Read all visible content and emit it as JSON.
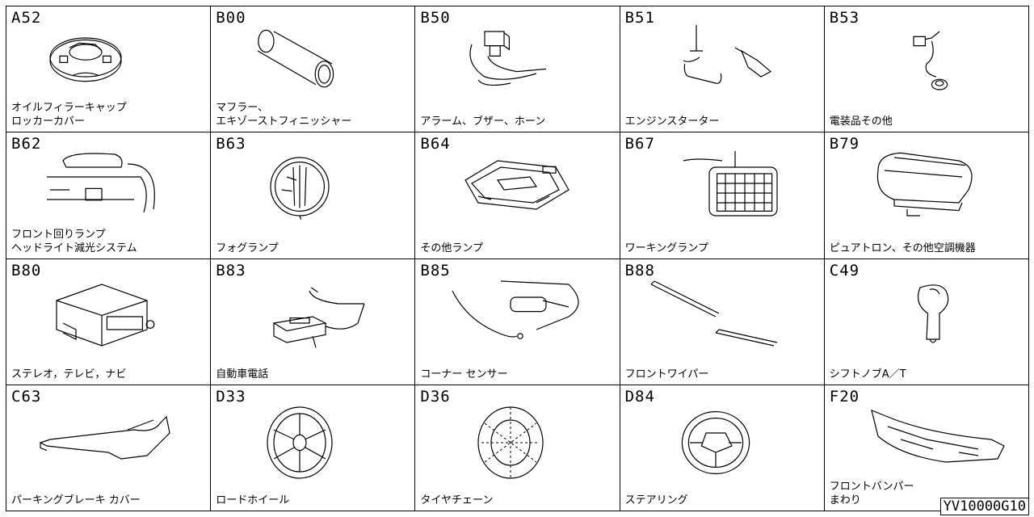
{
  "catalog_code": "YV10000G10",
  "cells": [
    {
      "code": "A52",
      "lines": [
        "オイルフィラーキャップ",
        "ロッカーカバー"
      ],
      "icon": "oil-cap-icon"
    },
    {
      "code": "B00",
      "lines": [
        "マフラー、",
        "エキゾーストフィニッシャー"
      ],
      "icon": "muffler-icon"
    },
    {
      "code": "B50",
      "lines": [
        "アラーム、ブザー、ホーン"
      ],
      "icon": "alarm-buzzer-icon"
    },
    {
      "code": "B51",
      "lines": [
        "エンジンスターター"
      ],
      "icon": "engine-starter-icon"
    },
    {
      "code": "B53",
      "lines": [
        "電装品その他"
      ],
      "icon": "electrical-parts-icon"
    },
    {
      "code": "B62",
      "lines": [
        "フロント回りランプ",
        "ヘッドライト減光システム"
      ],
      "icon": "front-lamp-icon"
    },
    {
      "code": "B63",
      "lines": [
        "フォグランプ"
      ],
      "icon": "fog-lamp-icon"
    },
    {
      "code": "B64",
      "lines": [
        "その他ランプ"
      ],
      "icon": "room-lamp-icon"
    },
    {
      "code": "B67",
      "lines": [
        "ワーキングランプ"
      ],
      "icon": "working-lamp-icon"
    },
    {
      "code": "B79",
      "lines": [
        "ピュアトロン、その他空調機器"
      ],
      "icon": "air-purifier-icon"
    },
    {
      "code": "B80",
      "lines": [
        "ステレオ，テレビ，ナビ"
      ],
      "icon": "stereo-icon"
    },
    {
      "code": "B83",
      "lines": [
        "自動車電話"
      ],
      "icon": "car-phone-icon"
    },
    {
      "code": "B85",
      "lines": [
        "コーナー センサー"
      ],
      "icon": "corner-sensor-icon"
    },
    {
      "code": "B88",
      "lines": [
        "フロントワイパー"
      ],
      "icon": "wiper-icon"
    },
    {
      "code": "C49",
      "lines": [
        "シフトノブA／T"
      ],
      "icon": "shift-knob-icon"
    },
    {
      "code": "C63",
      "lines": [
        "パーキングブレーキ カバー"
      ],
      "icon": "parking-brake-icon"
    },
    {
      "code": "D33",
      "lines": [
        "ロードホイール"
      ],
      "icon": "road-wheel-icon"
    },
    {
      "code": "D36",
      "lines": [
        "タイヤチェーン"
      ],
      "icon": "tire-chain-icon"
    },
    {
      "code": "D84",
      "lines": [
        "ステアリング"
      ],
      "icon": "steering-wheel-icon"
    },
    {
      "code": "F20",
      "lines": [
        "フロントバンパー",
        "まわり"
      ],
      "icon": "front-bumper-icon"
    }
  ]
}
